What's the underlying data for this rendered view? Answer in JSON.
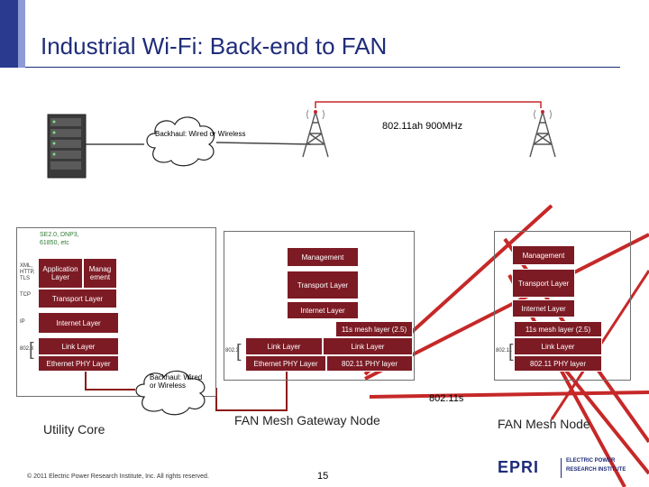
{
  "slide": {
    "title": "Industrial Wi-Fi: Back-end to FAN",
    "footer": "© 2011 Electric Power Research Institute, Inc. All rights reserved.",
    "page_number": "15",
    "logo": {
      "mark": "EPRI",
      "line1": "ELECTRIC POWER",
      "line2": "RESEARCH INSTITUTE"
    },
    "colors": {
      "title": "#1f2c7a",
      "layer_box": "#7c1b24",
      "wire": "#8b1a1a",
      "radio_link": "#c62828",
      "panel_border": "#6f6f6f"
    }
  },
  "top": {
    "backhaul_cloud_label": "Backhaul: Wired or Wireless",
    "radio_label": "802.11ah 900MHz",
    "server_icon": "server-rack-icon",
    "tower_icon": "radio-tower-icon"
  },
  "protocols_note": "SE2.0, DNP3, 61850, etc",
  "utility_core": {
    "caption": "Utility Core",
    "side_labels": {
      "app": "XML, HTTP, TLS",
      "transport": "TCP",
      "internet": "IP",
      "link": "802.3"
    },
    "application_layer": "Application Layer",
    "management": "Manag ement",
    "transport_layer": "Transport Layer",
    "internet_layer": "Internet Layer",
    "link_layer": "Link Layer",
    "phy_layer": "Ethernet PHY Layer"
  },
  "middle_cloud_label": "Backhaul: Wired or Wireless",
  "gateway": {
    "caption": "FAN Mesh Gateway Node",
    "management": "Management",
    "transport_layer": "Transport Layer",
    "internet_layer": "Internet Layer",
    "mesh_layer": "11s mesh layer (2.5)",
    "link_left": "Link Layer",
    "link_right": "Link Layer",
    "phy_left": "Ethernet PHY Layer",
    "phy_right": "802.11 PHY layer",
    "side_link": "802.3"
  },
  "mesh_node": {
    "caption": "FAN Mesh Node",
    "management": "Management",
    "transport_layer": "Transport Layer",
    "internet_layer": "Internet Layer",
    "mesh_layer": "11s mesh layer (2.5)",
    "link_layer": "Link Layer",
    "phy_layer": "802.11 PHY layer",
    "side_link": "802.11"
  },
  "mesh_link_label": "802.11s"
}
